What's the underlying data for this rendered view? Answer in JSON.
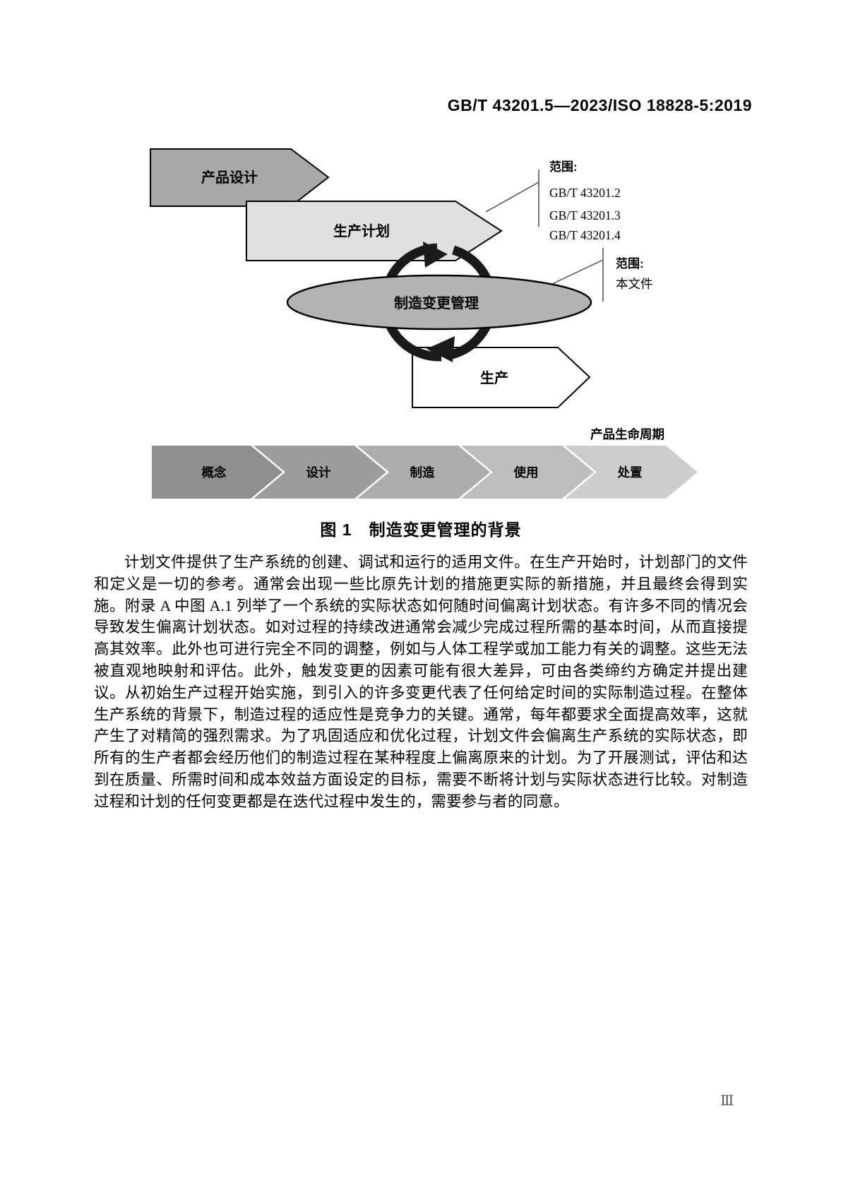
{
  "header": {
    "standard_number": "GB/T 43201.5—2023/ISO 18828-5:2019"
  },
  "figure": {
    "caption": "图 1　制造变更管理的背景",
    "product_design": {
      "label": "产品设计",
      "fill": "#a8a8a8"
    },
    "production_planning": {
      "label": "生产计划",
      "fill": "#e0e0e0"
    },
    "change_management": {
      "label": "制造变更管理",
      "fill": "#b3b3b3"
    },
    "production": {
      "label": "生产",
      "fill": "#ffffff"
    },
    "cycle_color": "#1a1a1a",
    "scope_callout_planning": {
      "title": "范围:",
      "item1": "GB/T 43201.2",
      "item2": "GB/T 43201.3",
      "item3": "GB/T 43201.4"
    },
    "scope_callout_this_doc": {
      "title": "范围:",
      "item1": "本文件"
    },
    "lifecycle": {
      "label": "产品生命周期",
      "stages": [
        {
          "label": "概念",
          "fill": "#8e8e8e"
        },
        {
          "label": "设计",
          "fill": "#9c9c9c"
        },
        {
          "label": "制造",
          "fill": "#adadad"
        },
        {
          "label": "使用",
          "fill": "#bdbdbd"
        },
        {
          "label": "处置",
          "fill": "#cdcdcd"
        }
      ]
    }
  },
  "body": {
    "paragraph": "计划文件提供了生产系统的创建、调试和运行的适用文件。在生产开始时，计划部门的文件和定义是一切的参考。通常会出现一些比原先计划的措施更实际的新措施，并且最终会得到实施。附录 A 中图 A.1 列举了一个系统的实际状态如何随时间偏离计划状态。有许多不同的情况会导致发生偏离计划状态。如对过程的持续改进通常会减少完成过程所需的基本时间，从而直接提高其效率。此外也可进行完全不同的调整，例如与人体工程学或加工能力有关的调整。这些无法被直观地映射和评估。此外，触发变更的因素可能有很大差异，可由各类缔约方确定并提出建议。从初始生产过程开始实施，到引入的许多变更代表了任何给定时间的实际制造过程。在整体生产系统的背景下，制造过程的适应性是竞争力的关键。通常，每年都要求全面提高效率，这就产生了对精简的强烈需求。为了巩固适应和优化过程，计划文件会偏离生产系统的实际状态，即所有的生产者都会经历他们的制造过程在某种程度上偏离原来的计划。为了开展测试，评估和达到在质量、所需时间和成本效益方面设定的目标，需要不断将计划与实际状态进行比较。对制造过程和计划的任何变更都是在迭代过程中发生的，需要参与者的同意。"
  },
  "footer": {
    "page_number": "Ⅲ"
  }
}
